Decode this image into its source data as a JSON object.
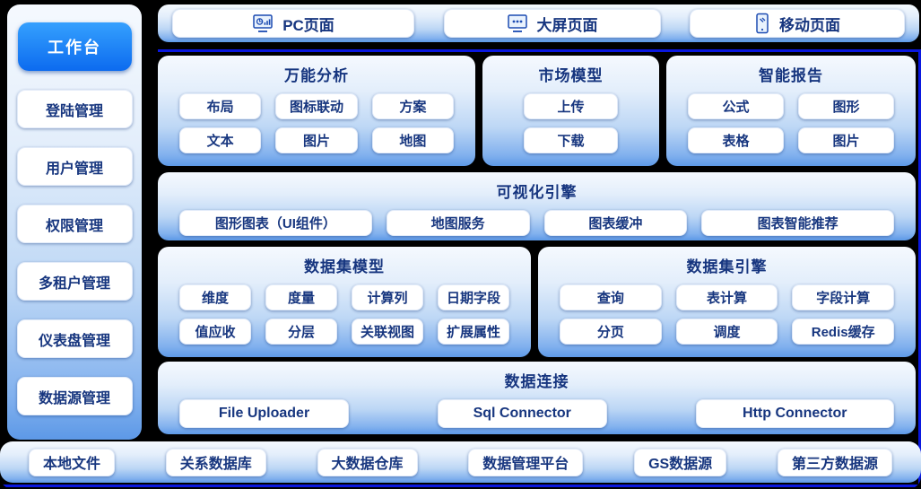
{
  "app": {
    "background": "#000000",
    "accent_line_color": "#0a18df",
    "panel_text_color": "#16357f",
    "active_button_color_top": "#35a0fe",
    "active_button_color_bottom": "#0c6bef"
  },
  "sidebar": {
    "active_item": {
      "label": "工作台"
    },
    "items": [
      {
        "label": "登陆管理"
      },
      {
        "label": "用户管理"
      },
      {
        "label": "权限管理"
      },
      {
        "label": "多租户管理"
      },
      {
        "label": "仪表盘管理"
      },
      {
        "label": "数据源管理"
      }
    ]
  },
  "top_tabs": [
    {
      "label": "PC页面",
      "icon": "pc-screen-icon"
    },
    {
      "label": "大屏页面",
      "icon": "big-screen-icon"
    },
    {
      "label": "移动页面",
      "icon": "mobile-phone-icon"
    }
  ],
  "sections": {
    "universal_analysis": {
      "title": "万能分析",
      "rows": [
        [
          "布局",
          "图标联动",
          "方案"
        ],
        [
          "文本",
          "图片",
          "地图"
        ]
      ]
    },
    "market_model": {
      "title": "市场模型",
      "items": [
        "上传",
        "下载"
      ]
    },
    "smart_report": {
      "title": "智能报告",
      "rows": [
        [
          "公式",
          "图形"
        ],
        [
          "表格",
          "图片"
        ]
      ]
    },
    "visual_engine": {
      "title": "可视化引擎",
      "items": [
        "图形图表（UI组件）",
        "地图服务",
        "图表缓冲",
        "图表智能推荐"
      ]
    },
    "dataset_model": {
      "title": "数据集模型",
      "rows": [
        [
          "维度",
          "度量",
          "计算列",
          "日期字段"
        ],
        [
          "值应收",
          "分层",
          "关联视图",
          "扩展属性"
        ]
      ]
    },
    "dataset_engine": {
      "title": "数据集引擎",
      "rows": [
        [
          "查询",
          "表计算",
          "字段计算"
        ],
        [
          "分页",
          "调度",
          "Redis缓存"
        ]
      ]
    },
    "data_connect": {
      "title": "数据连接",
      "items": [
        "File Uploader",
        "Sql Connector",
        "Http Connector"
      ]
    }
  },
  "bottom_sources": [
    {
      "label": "本地文件"
    },
    {
      "label": "关系数据库"
    },
    {
      "label": "大数据仓库"
    },
    {
      "label": "数据管理平台"
    },
    {
      "label": "GS数据源"
    },
    {
      "label": "第三方数据源"
    }
  ]
}
